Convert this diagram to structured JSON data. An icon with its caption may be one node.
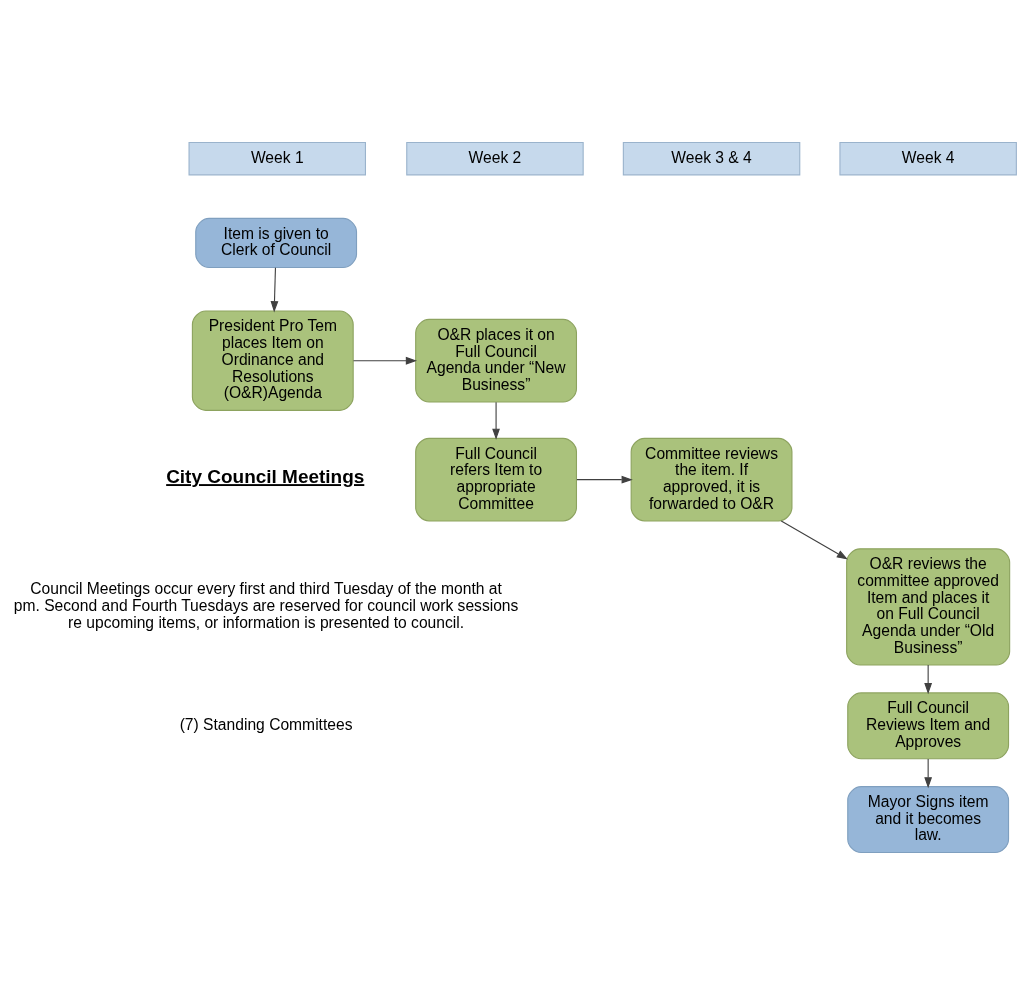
{
  "diagram": {
    "nodes": [
      {
        "text": [
          "Week 1"
        ]
      },
      {
        "text": [
          "Week 2"
        ]
      },
      {
        "text": [
          "Week 3 & 4"
        ]
      },
      {
        "text": [
          "Week 4"
        ]
      },
      {
        "text": [
          "Item is given to Clerk of Council"
        ]
      },
      {
        "text": [
          "President Pro Tem places Item on Ordinance and Resolutions (O&R)Agenda"
        ]
      },
      {
        "text": [
          "O&R places it on Full Council Agenda under “New Business”"
        ]
      },
      {
        "text": [
          "Full Council refers Item to appropriate Committee"
        ]
      },
      {
        "text": [
          "Committee reviews the item. If approved, it is forwarded to O&R"
        ]
      },
      {
        "text": [
          "O&R reviews the committee approved Item and places it on Full Council Agenda under “Old Business”"
        ]
      },
      {
        "text": [
          "Full Council Reviews Item and Approves"
        ]
      },
      {
        "text": [
          "Mayor Signs item and it becomes law."
        ]
      }
    ],
    "edges": [
      {
        "from": 4,
        "to": 5,
        "arrow": "to"
      },
      {
        "from": 5,
        "to": 6,
        "arrow": "to"
      },
      {
        "from": 6,
        "to": 7,
        "arrow": "to"
      },
      {
        "from": 7,
        "to": 8,
        "arrow": "to"
      },
      {
        "from": 8,
        "to": 9,
        "arrow": "to"
      },
      {
        "from": 9,
        "to": 10,
        "arrow": "to"
      },
      {
        "from": 10,
        "to": 11,
        "arrow": "to"
      }
    ],
    "labels": [
      "City Council Meetings",
      "Council Meetings occur every first and third Tuesday of the month at pm. Second and Fourth Tuesdays are reserved for council work sessions re upcoming items, or information is presented to council.",
      "(7) Standing Committees"
    ]
  }
}
